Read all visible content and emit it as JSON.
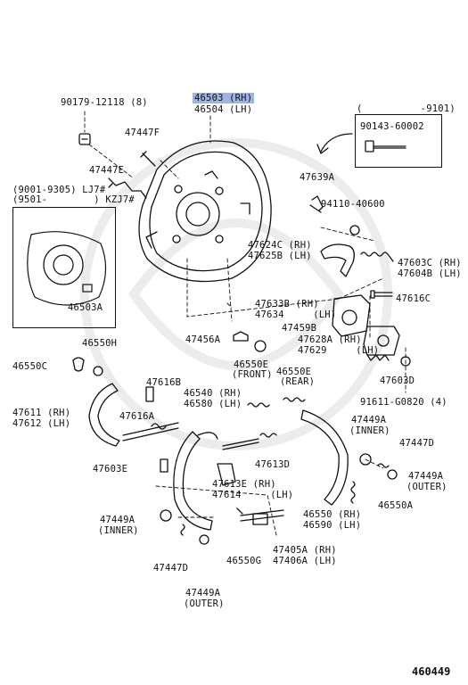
{
  "labels": {
    "l90179": "90179-12118 (8)",
    "l46503": "46503 (RH)",
    "l46504": "46504 (LH)",
    "l47447F": "47447F",
    "l47447E": "47447E",
    "inset_top": "(          -9101)",
    "l90143": "90143-60002",
    "l47639A": "47639A",
    "l94110": "94110-40600",
    "inset_left_1": "(9001-9305) LJ7#",
    "inset_left_2": "(9501-        ) KZJ7#",
    "l46503A": "46503A",
    "l47624C": "47624C (RH)",
    "l47625B": "47625B (LH)",
    "l47603C": "47603C (RH)",
    "l47604B": "47604B (LH)",
    "l47616C": "47616C",
    "l47633B": "47633B (RH)",
    "l47634": "47634     (LH)",
    "l47459B": "47459B",
    "l47456A": "47456A",
    "l47628A": "47628A (RH)",
    "l47629": "47629     (LH)",
    "l46550H": "46550H",
    "l46550C": "46550C",
    "l46550E_front_a": "46550E",
    "l46550E_front_b": "(FRONT)",
    "l46550E_rear_a": "46550E",
    "l46550E_rear_b": "(REAR)",
    "l47603D": "47603D",
    "l91611": "91611-G0820 (4)",
    "l47611": "47611 (RH)",
    "l47612": "47612 (LH)",
    "l47616B": "47616B",
    "l46540": "46540 (RH)",
    "l46580": "46580 (LH)",
    "l47616A": "47616A",
    "l47449A_inner_top_a": "47449A",
    "l47449A_inner_top_b": "(INNER)",
    "l47447D_right": "47447D",
    "l47603E": "47603E",
    "l47613D": "47613D",
    "l47613E": "47613E (RH)",
    "l47614": "47614     (LH)",
    "l47449A_outer_right_a": "47449A",
    "l47449A_outer_right_b": "(OUTER)",
    "l46550": "46550 (RH)",
    "l46590": "46590 (LH)",
    "l46550A": "46550A",
    "l47449A_inner_left_a": "47449A",
    "l47449A_inner_left_b": "(INNER)",
    "l47405A": "47405A (RH)",
    "l47406A": "47406A (LH)",
    "l46550G": "46550G",
    "l47447D_left": "47447D",
    "l47449A_outer_left_a": "47449A",
    "l47449A_outer_left_b": "(OUTER)"
  },
  "diagram_id": "460449",
  "colors": {
    "highlight": "#9fb3e0",
    "ink": "#111111",
    "watermark": "#e9e9e9"
  }
}
